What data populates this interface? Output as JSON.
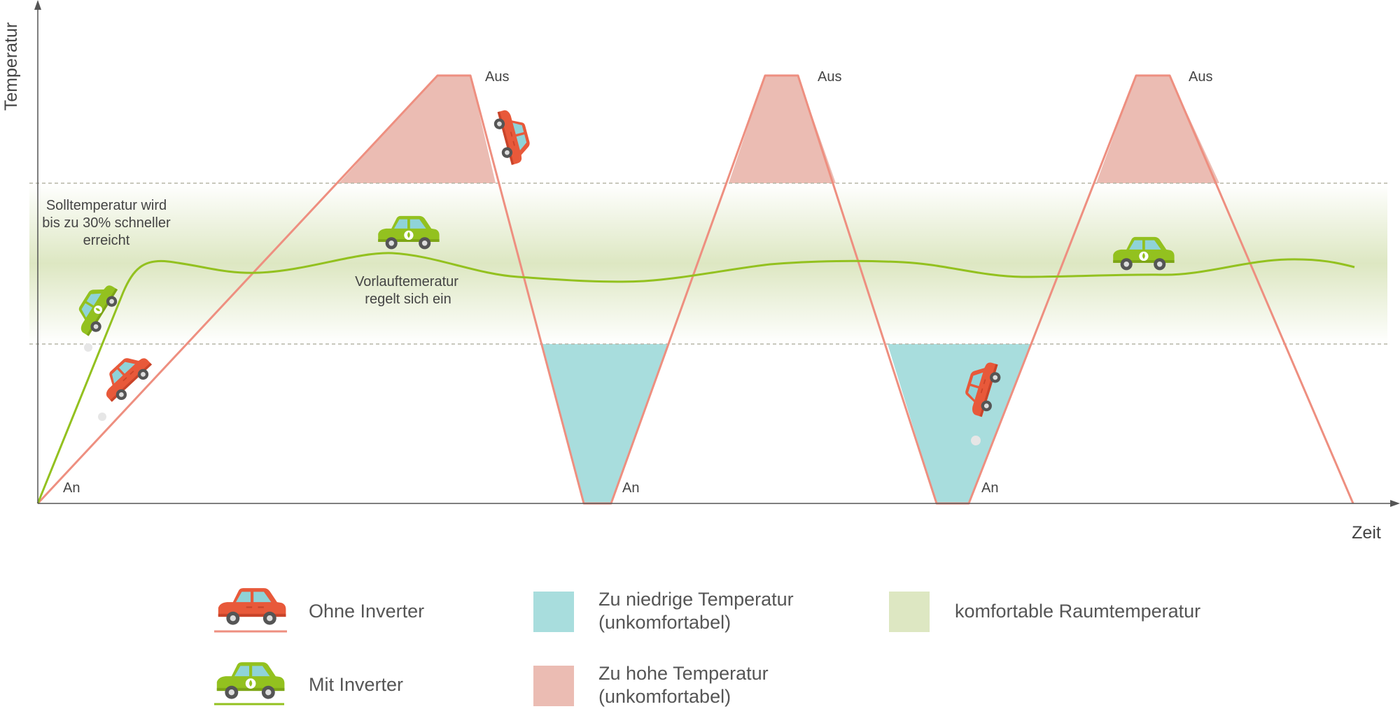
{
  "axes": {
    "y_label": "Temperatur",
    "x_label": "Zeit"
  },
  "markers": {
    "an": "An",
    "aus": "Aus"
  },
  "annotations": {
    "solltemperatur_line1": "Solltemperatur wird",
    "solltemperatur_line2": "bis zu 30% schneller",
    "solltemperatur_line3": "erreicht",
    "vorlauf_line1": "Vorlauftemeratur",
    "vorlauf_line2": "regelt sich ein"
  },
  "legend": {
    "ohne_inverter": "Ohne Inverter",
    "mit_inverter": "Mit Inverter",
    "zu_niedrig_line1": "Zu niedrige Temperatur",
    "zu_niedrig_line2": "(unkomfortabel)",
    "zu_hoch_line1": "Zu hohe Temperatur",
    "zu_hoch_line2": "(unkomfortabel)",
    "komfortabel": "komfortable Raumtemperatur"
  },
  "colors": {
    "ohne_inverter_line": "#EE8F80",
    "mit_inverter_line": "#93C11F",
    "too_cold_fill": "#A8DDDD",
    "too_hot_fill": "#EBBCB3",
    "comfort_band": "#DDE7C2",
    "red_car": "#E8593A",
    "green_car": "#93C11F",
    "axis": "#555555"
  },
  "icons": {
    "red_car": "car-icon",
    "green_car": "car-icon",
    "flame": "flame-icon"
  }
}
